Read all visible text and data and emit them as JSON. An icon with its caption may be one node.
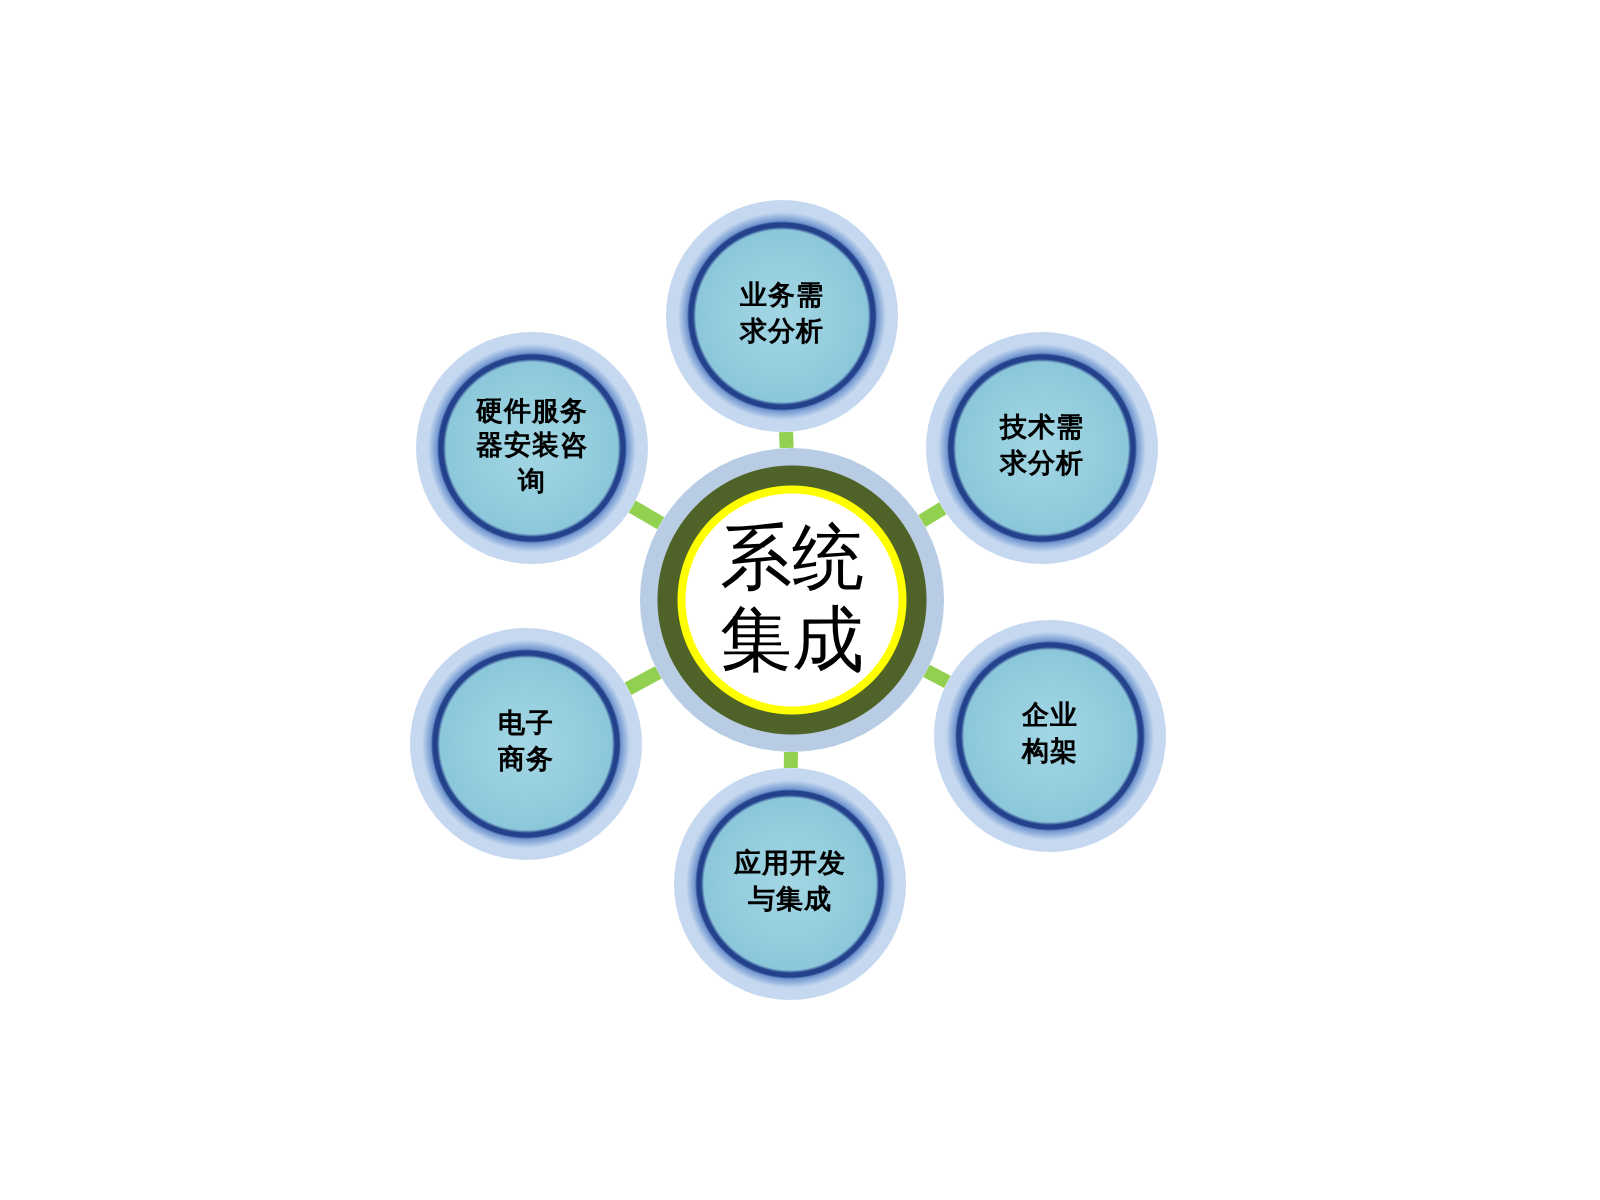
{
  "diagram": {
    "nodes": [
      {
        "text": [
          "业务需求分析"
        ]
      },
      {
        "text": [
          "硬件服务器安装咨询"
        ]
      },
      {
        "text": [
          "技术需求分析"
        ]
      },
      {
        "text": [
          "系统集成"
        ]
      },
      {
        "text": [
          "电子商务"
        ]
      },
      {
        "text": [
          "企业构架"
        ]
      },
      {
        "text": [
          "应用开发与集成"
        ]
      }
    ],
    "edges": [
      {
        "from": 3,
        "to": 0,
        "arrow": "none"
      },
      {
        "from": 3,
        "to": 2,
        "arrow": "none"
      },
      {
        "from": 3,
        "to": 5,
        "arrow": "none"
      },
      {
        "from": 3,
        "to": 6,
        "arrow": "none"
      },
      {
        "from": 3,
        "to": 4,
        "arrow": "none"
      },
      {
        "from": 3,
        "to": 1,
        "arrow": "none"
      }
    ]
  }
}
